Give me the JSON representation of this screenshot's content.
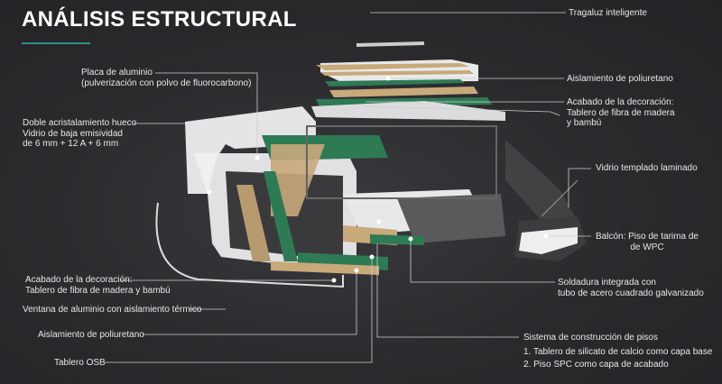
{
  "title": "ANÁLISIS ESTRUCTURAL",
  "colors": {
    "accent": "#2f8c86",
    "background": "#2b2b2e",
    "panel_green": "#2e7a55",
    "panel_wood": "#b89a70"
  },
  "labels": {
    "skylight": "Tragaluz inteligente",
    "aluminum_plate": [
      "Placa de aluminio",
      "(pulverización con polvo de fluorocarbono)"
    ],
    "double_glazing": [
      "Doble acristalamiento hueco",
      "Vidrio de baja emisividad",
      "de 6 mm + 12 A + 6 mm"
    ],
    "pu_insulation_top": "Aislamiento de poliuretano",
    "decoration_top": [
      "Acabado de la decoración:",
      "Tablero de fibra de madera",
      "y bambú"
    ],
    "tempered_glass": "Vidrio templado laminado",
    "balcony": [
      "Balcón: Piso de tarima de",
      "de WPC"
    ],
    "welding": [
      "Soldadura integrada con",
      "tubo de acero cuadrado galvanizado"
    ],
    "floor_system": [
      "Sistema de construcción de pisos",
      "1. Tablero de silicato de calcio como capa base",
      "2. Piso SPC como capa de acabado"
    ],
    "decoration_left": [
      "Acabado de la decoración:",
      "Tablero de fibra de madera y bambú"
    ],
    "window": "Ventana de aluminio con aislamiento térmico",
    "pu_insulation_bottom": "Aislamiento de poliuretano",
    "osb": "Tablero OSB"
  }
}
